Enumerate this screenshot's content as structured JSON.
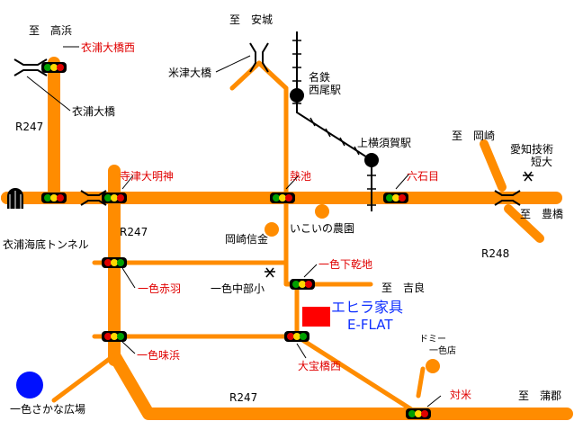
{
  "directions": {
    "takahama": "至　高浜",
    "anjo": "至　安城",
    "okazaki": "至　岡崎",
    "toyohashi": "至　豊橋",
    "kira": "至　吉良",
    "gamagori": "至　蒲郡"
  },
  "routes": {
    "r247_left": "R247",
    "r247_mid": "R247",
    "r247_bottom": "R247",
    "r248": "R248"
  },
  "intersections": {
    "kinuura_ohashi_nishi": "衣浦大橋西",
    "terazu_daimyojin": "寺津大明神",
    "atsuike": "熱池",
    "rokkokume": "六石目",
    "isshiki_shimokanchi": "一色下乾地",
    "isshiki_akaba": "一色赤羽",
    "isshiki_ajihama": "一色味浜",
    "taiho_hashi_nishi": "大宝橋西",
    "taibei": "対米"
  },
  "places": {
    "kinuura_ohashi": "衣浦大橋",
    "yonezu_ohashi": "米津大橋",
    "meitetsu_nishio_eki": "名鉄\n西尾駅",
    "kamiyokosuka_eki": "上横須賀駅",
    "aichi_gijutsu_tandai": "愛知技術\n短大",
    "kinuura_kaitei_tunnel": "衣浦海底トンネル",
    "ikoi_nouen": "いこいの農園",
    "okazaki_shinkin": "岡崎信金",
    "isshiki_chubu_sho": "一色中部小",
    "domy_isshiki": "ドミー\n一色店",
    "isshiki_sakana_hiroba": "一色さかな広場"
  },
  "store": {
    "name": "エヒラ家具",
    "name_en": "E-FLAT"
  },
  "colors": {
    "road": "#ff8c00",
    "signal_label": "#e00000",
    "store_marker": "#ff0000",
    "store_label": "#1030ff",
    "sakana_hiroba_marker": "#0010ff",
    "landmark_dot": "#ff8c00",
    "rail": "#000000"
  },
  "icons": {
    "traffic_signal": "signal-icon",
    "school": "school-icon",
    "station": "station-icon",
    "bridge": "bridge-icon",
    "tunnel": "tunnel-icon"
  }
}
